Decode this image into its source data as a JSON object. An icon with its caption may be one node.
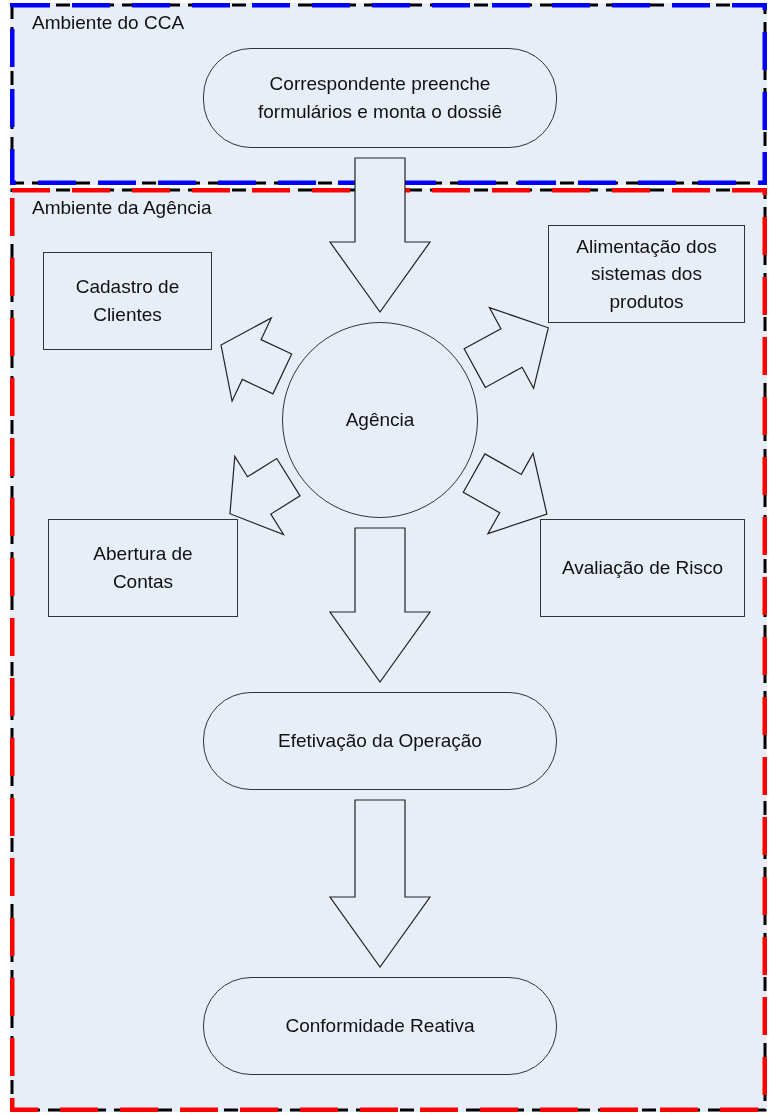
{
  "diagram": {
    "nodes": [
      {
        "text": [
          "Ambiente do CCA"
        ]
      },
      {
        "text": [
          "Correspondente preenche formulários e monta o dossiê"
        ],
        "in": 0
      },
      {
        "text": [
          "Ambiente da Agência"
        ]
      },
      {
        "text": [
          "Cadastro de Clientes"
        ],
        "in": 2
      },
      {
        "text": [
          "Alimentação dos sistemas dos produtos"
        ],
        "in": 2
      },
      {
        "text": [
          "Agência"
        ],
        "in": 2
      },
      {
        "text": [
          "Abertura de Contas"
        ],
        "in": 2
      },
      {
        "text": [
          "Avaliação de Risco"
        ],
        "in": 2
      },
      {
        "text": [
          "Efetivação da Operação"
        ],
        "in": 2
      },
      {
        "text": [
          "Conformidade Reativa"
        ],
        "in": 2
      }
    ],
    "edges": [
      {
        "from": 1,
        "to": 5,
        "arrow": "to"
      },
      {
        "from": 5,
        "to": 3,
        "arrow": "to"
      },
      {
        "from": 5,
        "to": 4,
        "arrow": "to"
      },
      {
        "from": 5,
        "to": 6,
        "arrow": "to"
      },
      {
        "from": 5,
        "to": 7,
        "arrow": "to"
      },
      {
        "from": 5,
        "to": 8,
        "arrow": "to"
      },
      {
        "from": 8,
        "to": 9,
        "arrow": "to"
      }
    ]
  }
}
